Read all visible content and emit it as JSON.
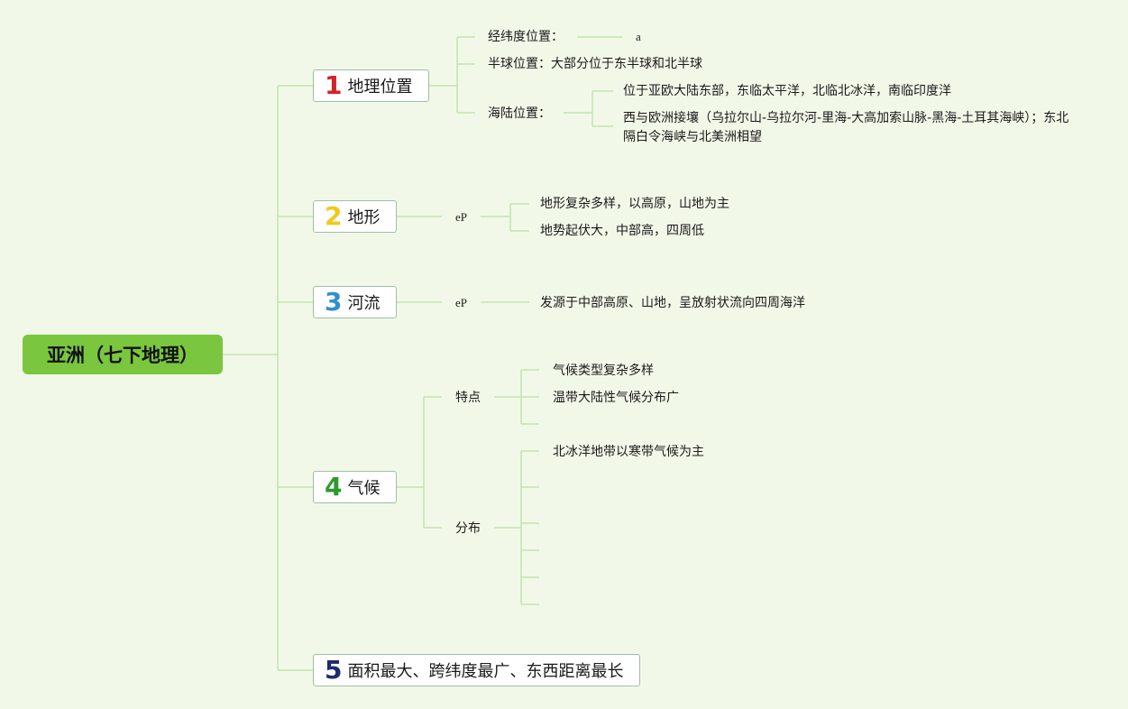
{
  "root": "亚洲（七下地理）",
  "topics": [
    {
      "num": "1",
      "label": "地理位置",
      "num_color": "#d2232a"
    },
    {
      "num": "2",
      "label": "地形",
      "num_color": "#f2c81d"
    },
    {
      "num": "3",
      "label": "河流",
      "num_color": "#2f8fd0"
    },
    {
      "num": "4",
      "label": "气候",
      "num_color": "#2e9a2e"
    },
    {
      "num": "5",
      "label": "面积最大、跨纬度最广、东西距离最长",
      "num_color": "#1d2a6e"
    }
  ],
  "location": {
    "latlon": "经纬度位置：",
    "latlon_value": "a",
    "hemisphere": "半球位置：大部分位于东半球和北半球",
    "sea_land": "海陆位置：",
    "sea_land_items": [
      "位于亚欧大陆东部，东临太平洋，北临北冰洋，南临印度洋",
      "西与欧洲接壤（乌拉尔山-乌拉尔河-里海-大高加索山脉-黑海-土耳其海峡）；东北",
      "隔白令海峡与北美洲相望"
    ]
  },
  "terrain": {
    "mid": "eP",
    "items": [
      "地形复杂多样，以高原，山地为主",
      "地势起伏大，中部高，四周低"
    ]
  },
  "river": {
    "mid": "eP",
    "item": "发源于中部高原、山地，呈放射状流向四周海洋"
  },
  "climate": {
    "features_label": "特点",
    "features": [
      "气候类型复杂多样",
      "温带大陆性气候分布广"
    ],
    "distribution_label": "分布",
    "distribution": [
      "北冰洋地带以寒带气候为主"
    ]
  }
}
